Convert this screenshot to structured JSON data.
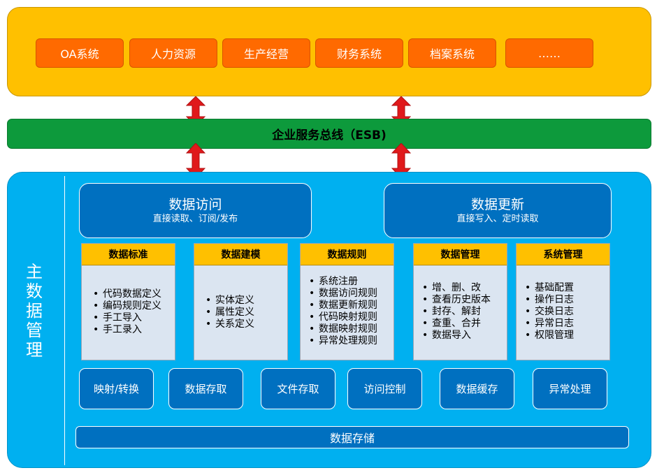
{
  "systems": [
    "OA系统",
    "人力资源",
    "生产经营",
    "财务系统",
    "档案系统",
    "……"
  ],
  "esb_label": "企业服务总线（ESB)",
  "mdm_title": "主数据管理",
  "access_box": {
    "title": "数据访问",
    "subtitle": "直接读取、订阅/发布"
  },
  "update_box": {
    "title": "数据更新",
    "subtitle": "直接写入、定时读取"
  },
  "modules": [
    {
      "title": "数据标准",
      "items": [
        "代码数据定义",
        "编码规则定义",
        "手工导入",
        "手工录入"
      ]
    },
    {
      "title": "数据建模",
      "items": [
        "实体定义",
        "属性定义",
        "关系定义"
      ]
    },
    {
      "title": "数据规则",
      "items": [
        "系统注册",
        "数据访问规则",
        "数据更新规则",
        "代码映射规则",
        "数据映射规则",
        "异常处理规则"
      ]
    },
    {
      "title": "数据管理",
      "items": [
        "增、删、改",
        "查看历史版本",
        "封存、解封",
        "查重、合并",
        "数据导入"
      ]
    },
    {
      "title": "系统管理",
      "items": [
        "基础配置",
        "操作日志",
        "交换日志",
        "异常日志",
        "权限管理"
      ]
    }
  ],
  "functions": [
    "映射/转换",
    "数据存取",
    "文件存取",
    "访问控制",
    "数据缓存",
    "异常处理"
  ],
  "storage_label": "数据存储",
  "colors": {
    "top_panel": "#ffc000",
    "system_box": "#ff6a00",
    "esb": "#0d9a3c",
    "arrow": "#e0191b",
    "mdm_panel": "#00b0f0",
    "dark_box": "#0070c0",
    "module_body": "#dbe5f1",
    "module_head": "#ffc000"
  }
}
